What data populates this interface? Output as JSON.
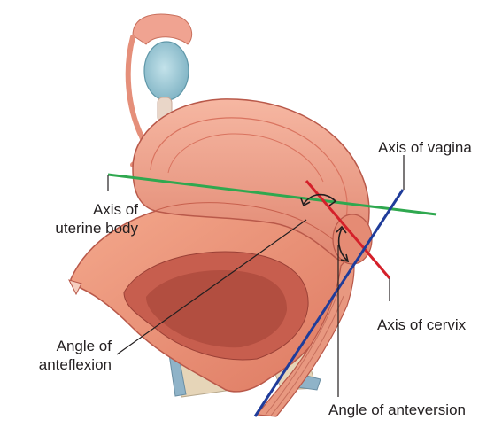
{
  "labels": {
    "axis_vagina": "Axis of vagina",
    "axis_uterine_body": "Axis of\nuterine body",
    "axis_cervix": "Axis of cervix",
    "angle_anteflexion": "Angle of\nanteflexion",
    "angle_anteversion": "Angle of anteversion"
  },
  "colors": {
    "uterine_body_axis": "#2fa84f",
    "cervix_axis": "#d4202a",
    "vagina_axis": "#1f3c9a",
    "leader_lines": "#231f20",
    "tissue": "#f2a489",
    "tissue_dark": "#d9735f",
    "ovary": "#9cc9d6",
    "bone": "#ecdcc0"
  }
}
